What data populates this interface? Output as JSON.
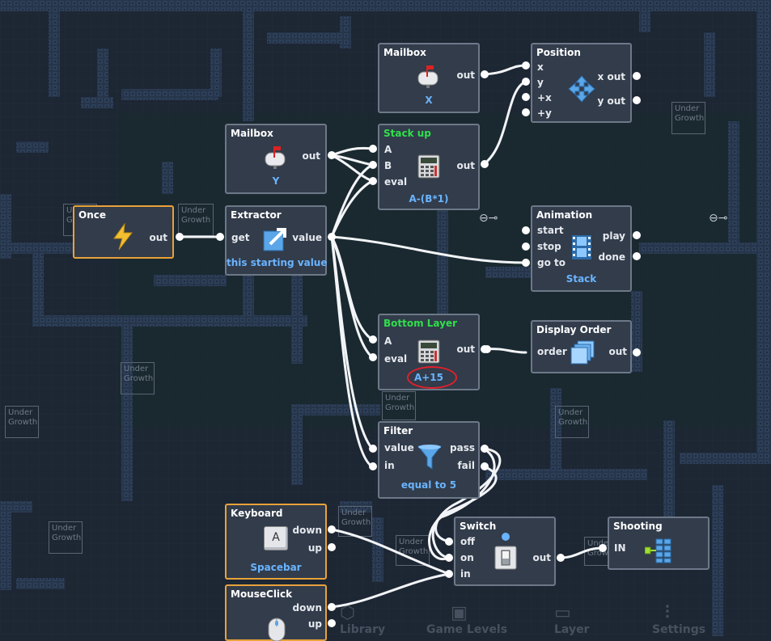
{
  "colors": {
    "background": "#1d2633",
    "node_bg": "#323c4b",
    "node_border": "#6d7888",
    "selected_border": "#e8a23a",
    "green_title": "#2fe04a",
    "blue_value": "#6ab4ff",
    "annotation_ring": "#e0202a"
  },
  "under_growth_label": "Under Growth",
  "nodes": {
    "once": {
      "title": "Once",
      "out": "out"
    },
    "mailbox_y": {
      "title": "Mailbox",
      "out": "out",
      "value": "Y"
    },
    "mailbox_x": {
      "title": "Mailbox",
      "out": "out",
      "value": "X"
    },
    "extractor": {
      "title": "Extractor",
      "in": "get",
      "out": "value",
      "value": "this starting value"
    },
    "stack_up": {
      "title": "Stack up",
      "in_a": "A",
      "in_b": "B",
      "in_eval": "eval",
      "out": "out",
      "value": "A-(B*1)"
    },
    "position": {
      "title": "Position",
      "in_x": "x",
      "in_y": "y",
      "in_px": "+x",
      "in_py": "+y",
      "out_x": "x out",
      "out_y": "y out"
    },
    "animation": {
      "title": "Animation",
      "in_start": "start",
      "in_stop": "stop",
      "in_goto": "go to",
      "out_play": "play",
      "out_done": "done",
      "value": "Stack"
    },
    "bottom_layer": {
      "title": "Bottom Layer",
      "in_a": "A",
      "in_eval": "eval",
      "out": "out",
      "value": "A+15"
    },
    "display_order": {
      "title": "Display Order",
      "in": "order",
      "out": "out"
    },
    "filter": {
      "title": "Filter",
      "in_value": "value",
      "in_in": "in",
      "out_pass": "pass",
      "out_fail": "fail",
      "value": "equal to 5"
    },
    "keyboard": {
      "title": "Keyboard",
      "out_down": "down",
      "out_up": "up",
      "key": "A",
      "value": "Spacebar"
    },
    "mouseclick": {
      "title": "MouseClick",
      "out_down": "down",
      "out_up": "up"
    },
    "switch": {
      "title": "Switch",
      "in_off": "off",
      "in_on": "on",
      "in_in": "in",
      "out": "out"
    },
    "shooting": {
      "title": "Shooting",
      "in": "IN"
    }
  },
  "bottom_toolbar": {
    "library": "Library",
    "game_levels": "Game Levels",
    "layer": "Layer",
    "settings": "Settings"
  }
}
